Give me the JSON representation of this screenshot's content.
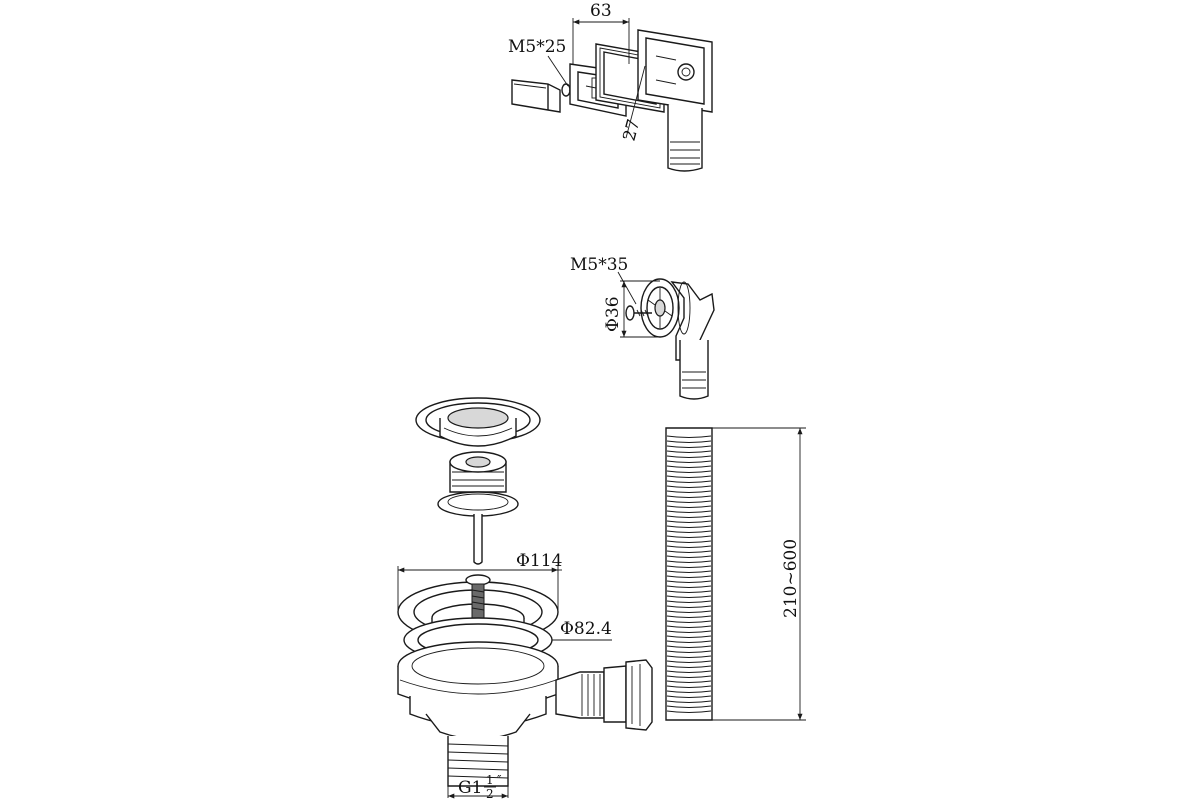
{
  "labels": {
    "overflow_width": "63",
    "overflow_screw": "M5*25",
    "overflow_height": "27",
    "small_screw": "M5*35",
    "small_diameter": "Φ36",
    "basket_diameter": "Φ114",
    "flange_diameter": "Φ82.4",
    "hose_length": "210~600",
    "thread_prefix": "G1",
    "thread_num": "1",
    "thread_den": "2",
    "thread_mark": "″"
  }
}
